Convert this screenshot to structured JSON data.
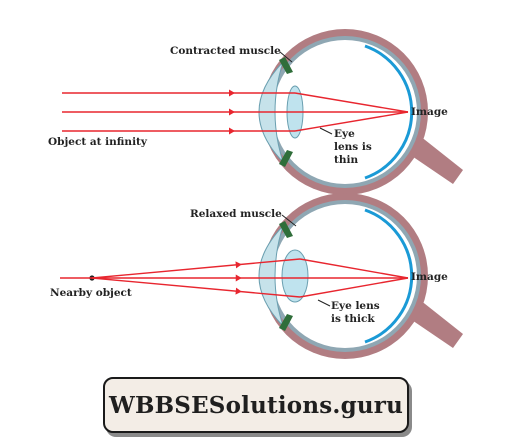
{
  "colors": {
    "ray": "#e8262f",
    "sclera": "#b17d82",
    "vitreous": "#ffffff",
    "cornea": "#c6e2ea",
    "lens": "#bfe3ee",
    "retina": "#1a9ad6",
    "muscle": "#2f6e3a"
  },
  "top_diagram": {
    "muscle_label": "Contracted muscle",
    "object_label": "Object at infinity",
    "image_label": "Image",
    "lens_label": "Eye\nlens is\nthin"
  },
  "bottom_diagram": {
    "muscle_label": "Relaxed muscle",
    "object_label": "Nearby object",
    "image_label": "Image",
    "lens_label": "Eye lens\nis thick"
  },
  "brand": {
    "text": "WBBSESolutions.guru"
  }
}
